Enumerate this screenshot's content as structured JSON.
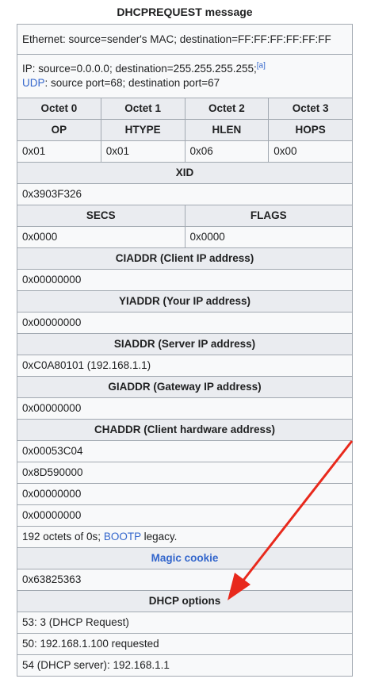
{
  "caption": "DHCPREQUEST message",
  "ethernet_row": "Ethernet: source=sender's MAC; destination=FF:FF:FF:FF:FF:FF",
  "ip_row": {
    "text": "IP: source=0.0.0.0; destination=255.255.255.255;",
    "footnote": "[a]",
    "udp_link": "UDP",
    "udp_text": ": source port=68; destination port=67"
  },
  "octets": [
    "Octet 0",
    "Octet 1",
    "Octet 2",
    "Octet 3"
  ],
  "fields1": [
    "OP",
    "HTYPE",
    "HLEN",
    "HOPS"
  ],
  "values1": [
    "0x01",
    "0x01",
    "0x06",
    "0x00"
  ],
  "xid": {
    "header": "XID",
    "value": "0x3903F326"
  },
  "secs_flags": {
    "secs_header": "SECS",
    "flags_header": "FLAGS",
    "secs_value": "0x0000",
    "flags_value": "0x0000"
  },
  "ciaddr": {
    "header": "CIADDR (Client IP address)",
    "value": "0x00000000"
  },
  "yiaddr": {
    "header": "YIADDR (Your IP address)",
    "value": "0x00000000"
  },
  "siaddr": {
    "header": "SIADDR (Server IP address)",
    "value": "0xC0A80101 (192.168.1.1)"
  },
  "giaddr": {
    "header": "GIADDR (Gateway IP address)",
    "value": "0x00000000"
  },
  "chaddr": {
    "header": "CHADDR (Client hardware address)",
    "values": [
      "0x00053C04",
      "0x8D590000",
      "0x00000000",
      "0x00000000"
    ],
    "legacy_prefix": "192 octets of 0s; ",
    "legacy_link": "BOOTP",
    "legacy_suffix": " legacy."
  },
  "magic_cookie": {
    "header": "Magic cookie",
    "value": "0x63825363"
  },
  "dhcp_options": {
    "header": "DHCP options",
    "items": [
      "53: 3 (DHCP Request)",
      "50: 192.168.1.100 requested",
      "54 (DHCP server): 192.168.1.1"
    ]
  },
  "colors": {
    "link": "#3366cc",
    "arrow": "#e8291c",
    "header_bg": "#eaecf0",
    "cell_bg": "#f8f9fa",
    "border": "#a2a9b1"
  }
}
